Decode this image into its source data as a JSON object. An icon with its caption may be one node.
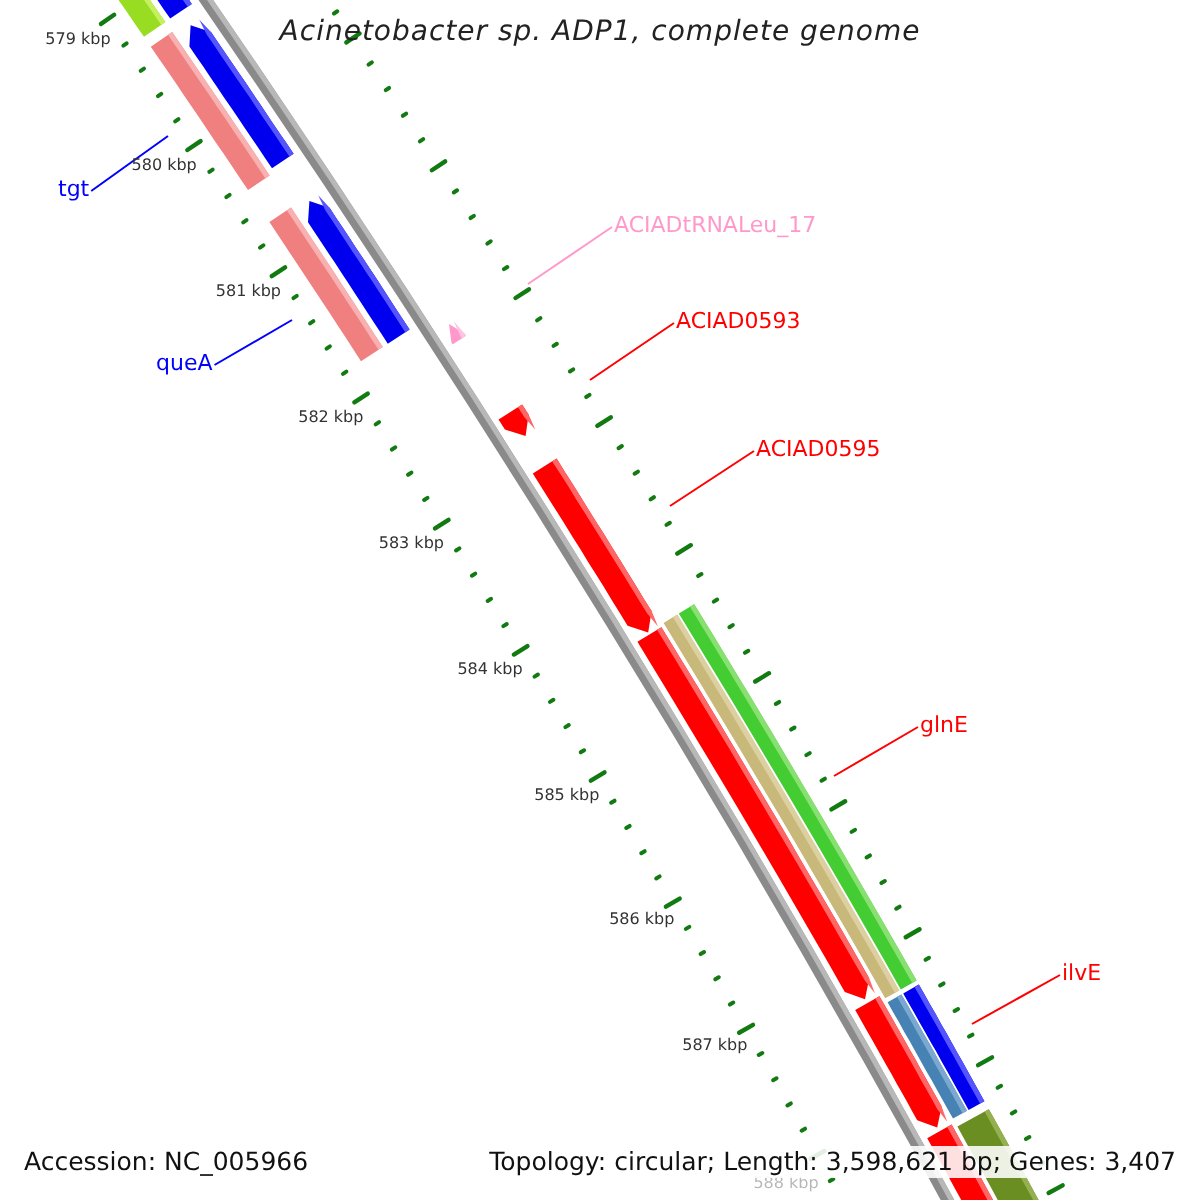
{
  "diagram": {
    "title": "Acinetobacter sp. ADP1, complete genome",
    "nodes": [
      {
        "text": [
          "tgt"
        ]
      },
      {
        "text": [
          "queA"
        ]
      },
      {
        "text": [
          "ACIADtRNALeu_17"
        ]
      },
      {
        "text": [
          "ACIAD0593"
        ]
      },
      {
        "text": [
          "ACIAD0595"
        ]
      },
      {
        "text": [
          "glnE"
        ]
      },
      {
        "text": [
          "ilvE"
        ]
      }
    ],
    "edges": [
      {
        "from": 0,
        "to": null,
        "arrow": "none",
        "color": "#0000ff"
      },
      {
        "from": 1,
        "to": null,
        "arrow": "none",
        "color": "#0000ff"
      },
      {
        "from": 2,
        "to": null,
        "arrow": "none",
        "color": "#ff99cc"
      },
      {
        "from": 3,
        "to": null,
        "arrow": "none"
      },
      {
        "from": 4,
        "to": null,
        "arrow": "none"
      },
      {
        "from": 5,
        "to": null,
        "arrow": "none"
      },
      {
        "from": 6,
        "to": null,
        "arrow": "none"
      }
    ],
    "labels": [
      "579 kbp",
      "580 kbp",
      "581 kbp",
      "582 kbp",
      "583 kbp",
      "584 kbp",
      "585 kbp",
      "586 kbp",
      "587 kbp",
      "588 kbp",
      "Accession: NC_005966",
      "Topology: circular; Length: 3,598,621 bp; Genes: 3,407"
    ]
  }
}
